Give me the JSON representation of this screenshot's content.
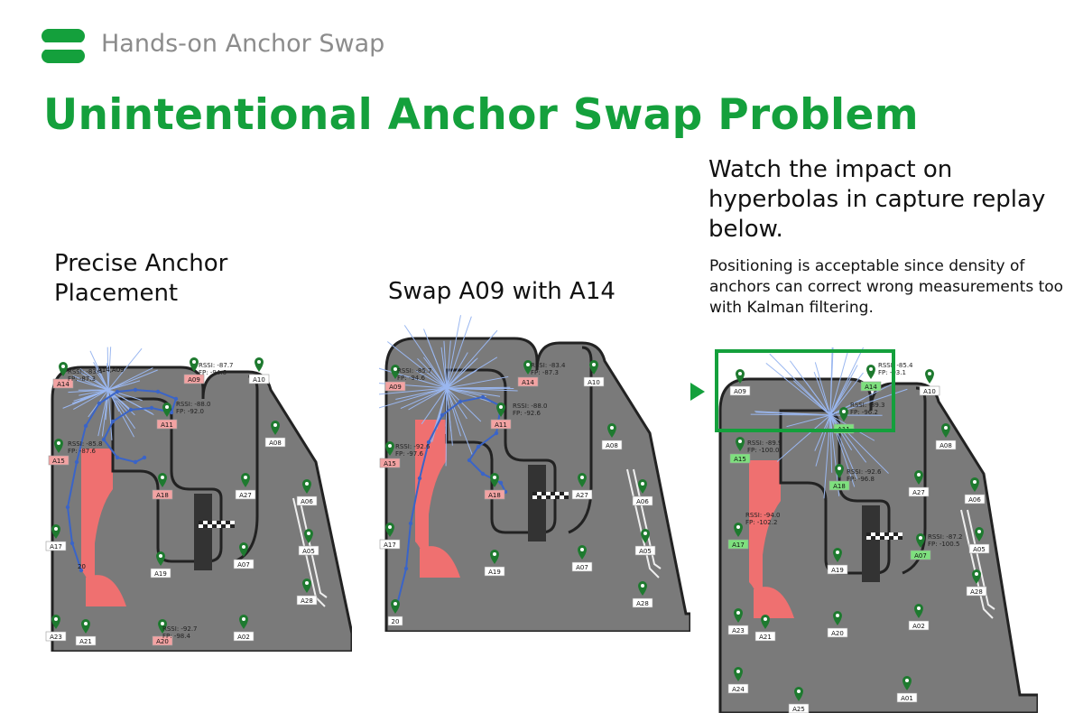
{
  "header": {
    "brand": "Hands-on Anchor Swap",
    "title": "Unintentional Anchor Swap Problem"
  },
  "captions": {
    "left_line1": "Precise Anchor",
    "left_line2": "Placement",
    "middle": "Swap A09 with A14",
    "right_line1": "Watch the impact on",
    "right_line2": "hyperbolas in capture replay",
    "right_line3": "below.",
    "note_line1": "Positioning is acceptable since density of",
    "note_line2": "anchors can correct wrong measurements too",
    "note_line3": "with Kalman filtering."
  },
  "map_left": {
    "anchors": [
      "A14",
      "A09",
      "A10",
      "A11",
      "A15",
      "A08",
      "A18",
      "A27",
      "A06",
      "A17",
      "A05",
      "A19",
      "A07",
      "A28",
      "A23",
      "A21",
      "A20",
      "A02"
    ],
    "highlighted": [
      "A14",
      "A09",
      "A15",
      "A11",
      "A18",
      "A20"
    ],
    "rssi": [
      {
        "rssi": "RSSI: -87.7",
        "fp": "FP: -94.6"
      },
      {
        "rssi": "RSSI: -83.4",
        "fp": "FP: -87.3"
      },
      {
        "rssi": "RSSI: -88.0",
        "fp": "FP: -92.0"
      },
      {
        "rssi": "RSSI: -85.8",
        "fp": "FP: -87.6"
      },
      {
        "rssi": "RSSI: -92.7",
        "fp": "FP: -98.4"
      }
    ],
    "tag_labels": [
      "A14,A09",
      "20"
    ]
  },
  "map_middle": {
    "anchors": [
      "A09",
      "A14",
      "A10",
      "A11",
      "A15",
      "A08",
      "A18",
      "A27",
      "A06",
      "A17",
      "A05",
      "A19",
      "A07",
      "A28",
      "20"
    ],
    "highlighted": [
      "A09",
      "A14",
      "A15",
      "A11",
      "A18"
    ],
    "rssi": [
      {
        "rssi": "RSSI: -85.7",
        "fp": "FP: -94.6"
      },
      {
        "rssi": "RSSI: -83.4",
        "fp": "FP: -87.3"
      },
      {
        "rssi": "RSSI: -88.0",
        "fp": "FP: -92.6"
      },
      {
        "rssi": "RSSI: -92.6",
        "fp": "FP: -97.6"
      }
    ]
  },
  "map_right": {
    "anchors": [
      "A09",
      "A14",
      "A10",
      "A11",
      "A15",
      "A08",
      "A18",
      "A27",
      "A06",
      "A17",
      "A05",
      "A19",
      "A07",
      "A28",
      "A23",
      "A21",
      "A20",
      "A02",
      "A24",
      "A25",
      "A01"
    ],
    "highlighted": [
      "A14",
      "A11",
      "A15",
      "A18",
      "A17",
      "A07"
    ],
    "rssi": [
      {
        "rssi": "RSSI: -85.4",
        "fp": "FP: -93.1"
      },
      {
        "rssi": "RSSI: -89.3",
        "fp": "FP: -96.2"
      },
      {
        "rssi": "RSSI: -89.9",
        "fp": "FP: -100.0"
      },
      {
        "rssi": "RSSI: -92.6",
        "fp": "FP: -96.8"
      },
      {
        "rssi": "RSSI: -94.0",
        "fp": "FP: -102.2"
      },
      {
        "rssi": "RSSI: -87.2",
        "fp": "FP: -100.5"
      }
    ]
  },
  "colors": {
    "brand_green": "#14a03c",
    "track_gray": "#7a7a7a",
    "infield_pink": "#ef7070",
    "anchor_green": "#1e7a2f",
    "path_blue": "#3a64c8",
    "hyperbola_blue": "#9ab7f0"
  },
  "icons": {
    "logo": "sewio-logo",
    "arrow": "right-arrow-icon",
    "anchor": "map-pin-icon"
  }
}
